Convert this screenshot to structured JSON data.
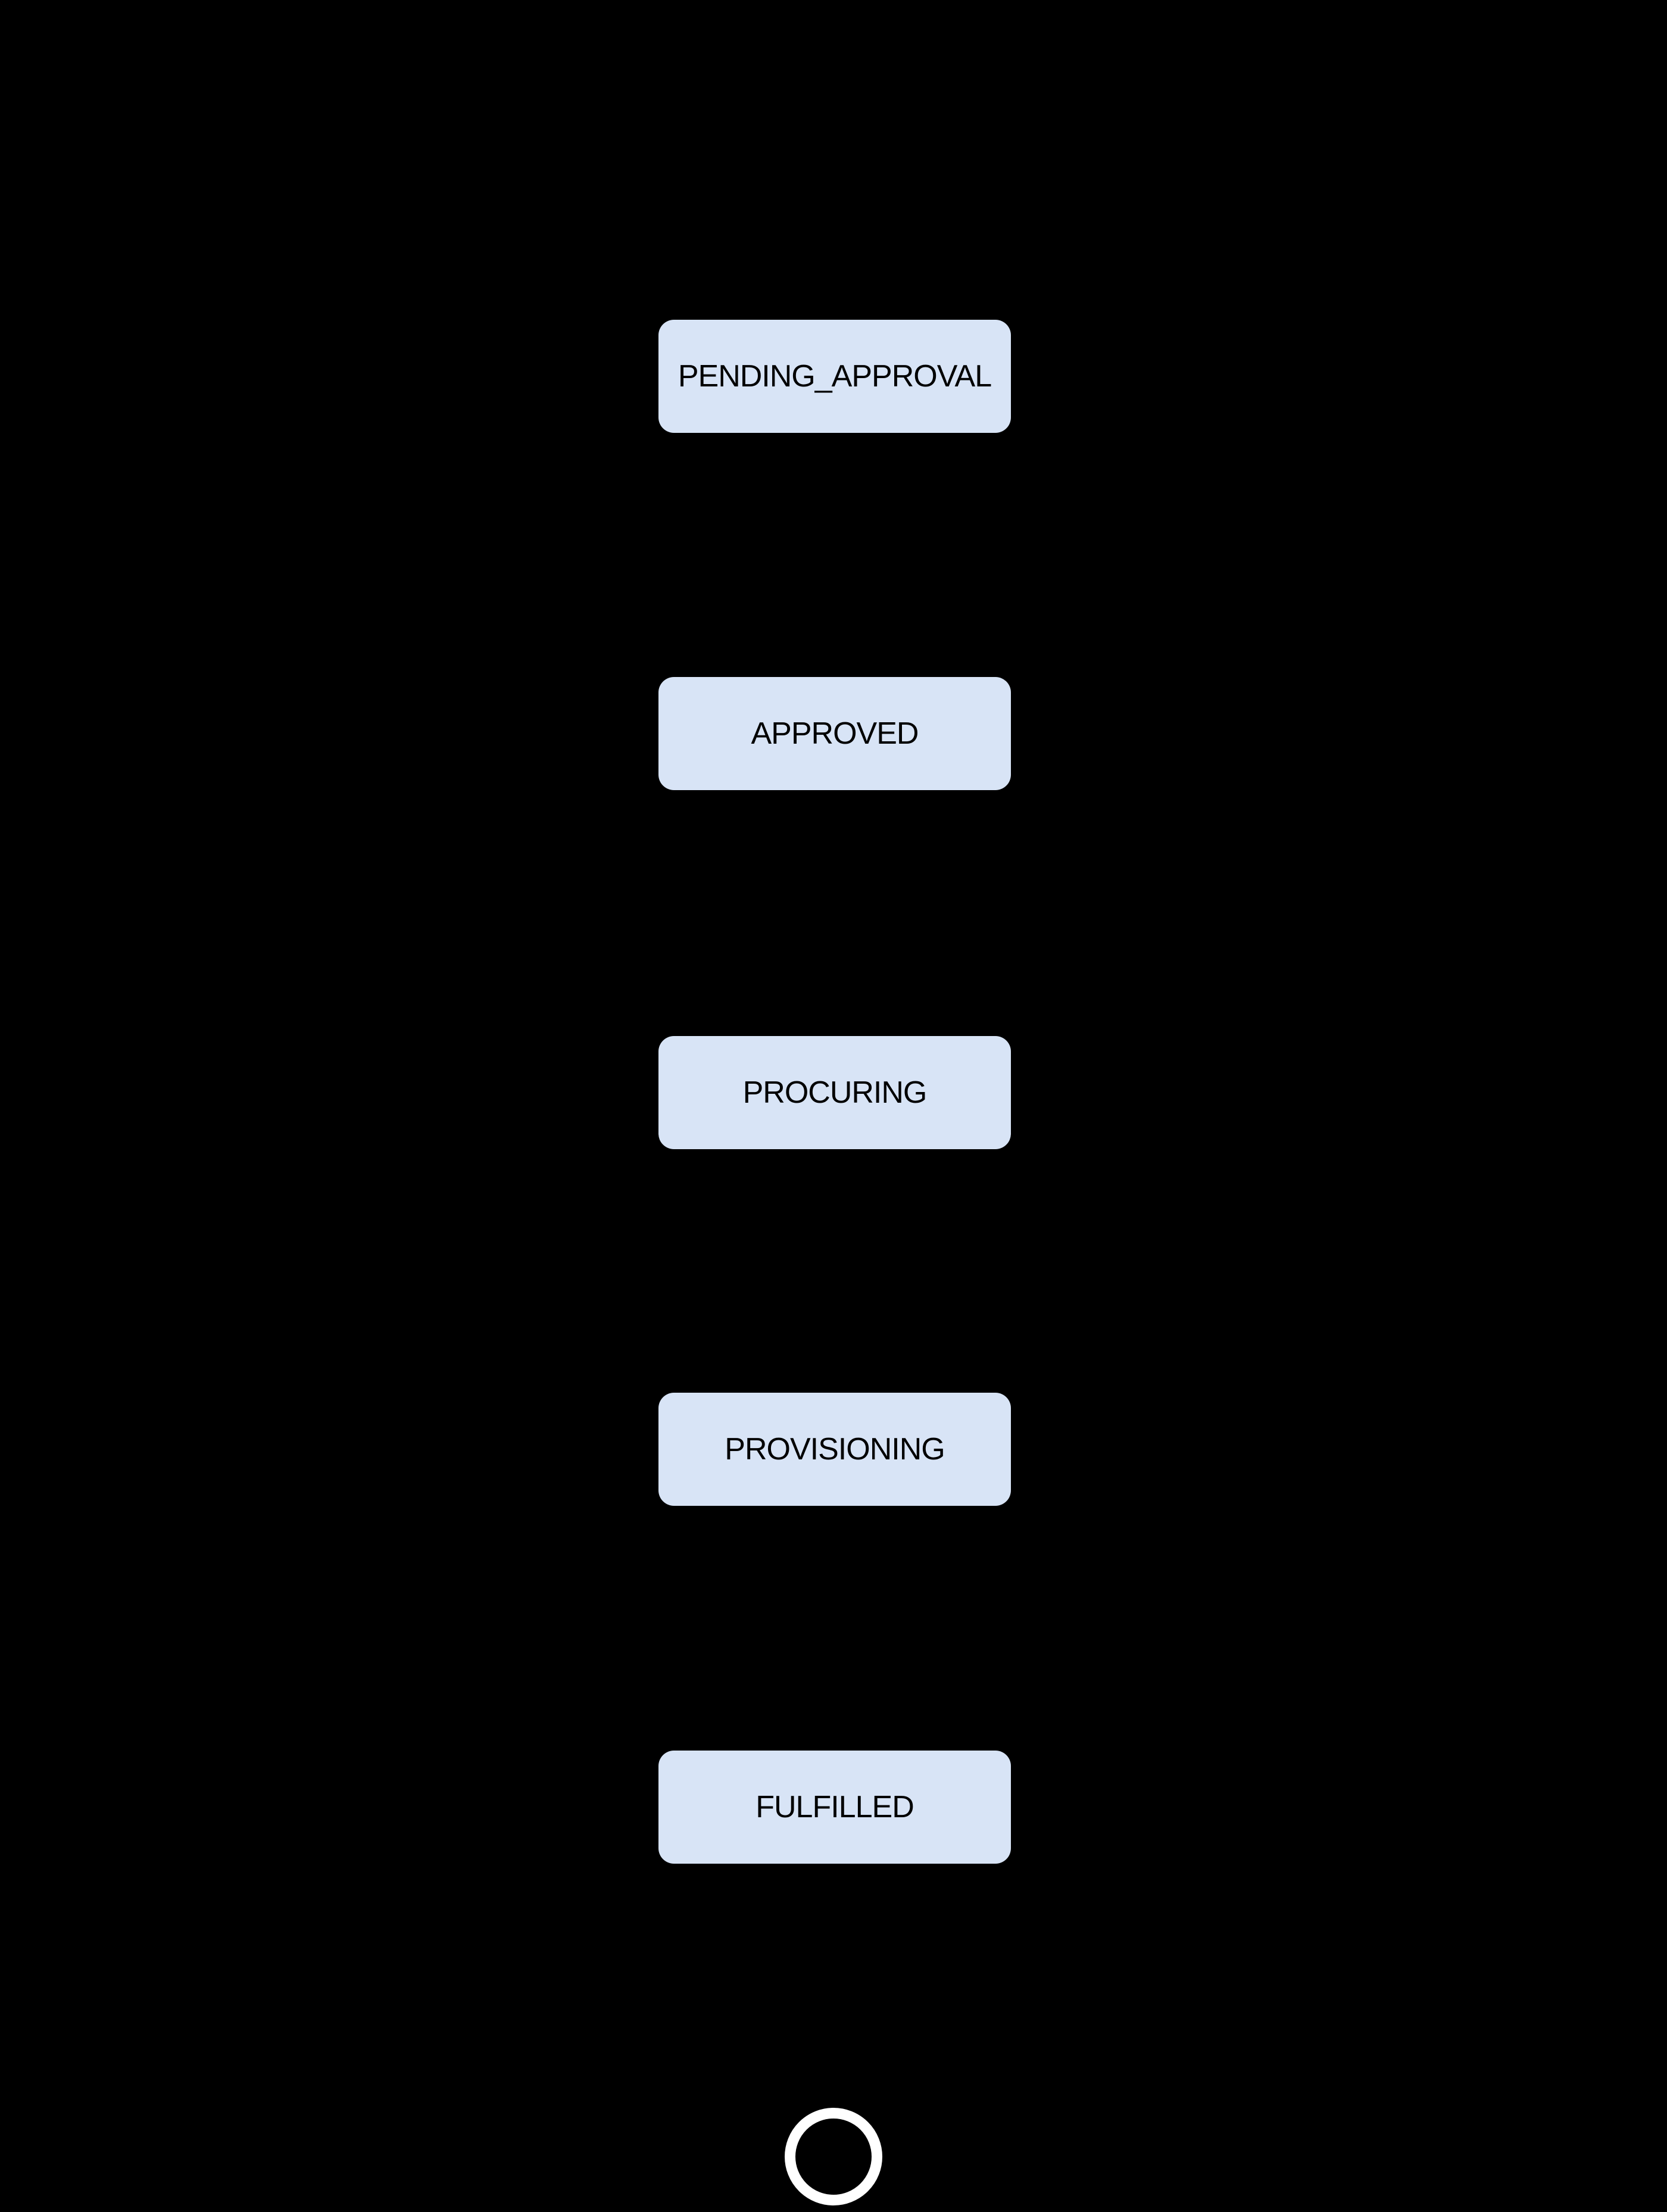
{
  "diagram": {
    "kind": "state-flow-diagram",
    "background_color": "#000000",
    "node_fill_color": "#d8e4f6",
    "node_text_color": "#000000",
    "final_marker_color": "#ffffff",
    "states": [
      {
        "label": "PENDING_APPROVAL"
      },
      {
        "label": "APPROVED"
      },
      {
        "label": "PROCURING"
      },
      {
        "label": "PROVISIONING"
      },
      {
        "label": "FULFILLED"
      }
    ],
    "final_state": {
      "shape": "circle-outline"
    }
  }
}
